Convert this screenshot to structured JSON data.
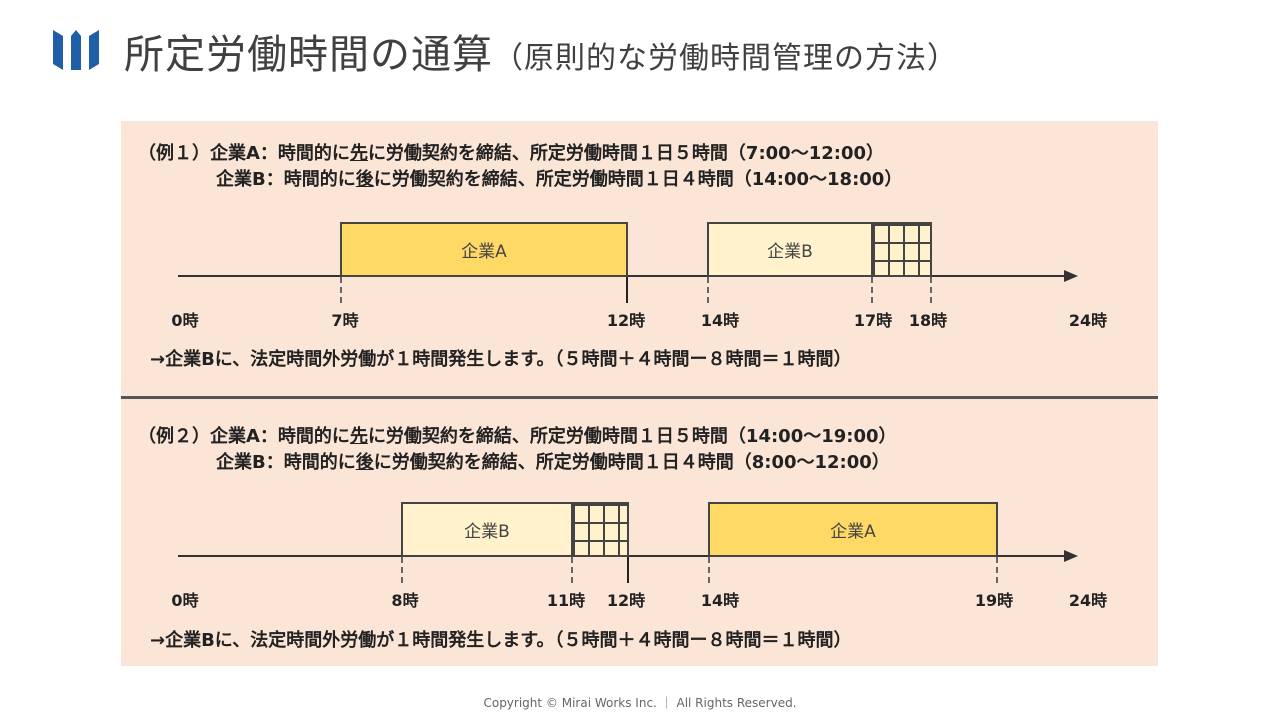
{
  "header": {
    "title": "所定労働時間の通算",
    "subtitle": "（原則的な労働時間管理の方法）"
  },
  "colors": {
    "panel": "#FBE5D6",
    "company_a": "#FFD966",
    "company_b": "#FFF2CC",
    "logo": "#1F5FA8"
  },
  "examples": [
    {
      "line1_prefix": "（例１）企業A：時間的に",
      "line1_u": "先",
      "line1_suffix": "に労働契約を締結、所定労働時間１日５時間（7:00～12:00）",
      "line2_prefix": "企業B：時間的に",
      "line2_u": "後",
      "line2_suffix": "に労働契約を締結、所定労働時間１日４時間（14:00～18:00）",
      "block_a": "企業A",
      "block_b": "企業B",
      "ticks": [
        "0時",
        "7時",
        "12時",
        "14時",
        "17時",
        "18時",
        "24時"
      ],
      "result": "→企業Bに、法定時間外労働が１時間発生します。（５時間＋４時間ー８時間＝１時間）"
    },
    {
      "line1_prefix": "（例２）企業A：時間的に",
      "line1_u": "先",
      "line1_suffix": "に労働契約を締結、所定労働時間１日５時間（14:00～19:00）",
      "line2_prefix": "企業B：時間的に",
      "line2_u": "後",
      "line2_suffix": "に労働契約を締結、所定労働時間１日４時間（8:00～12:00）",
      "block_a": "企業A",
      "block_b": "企業B",
      "ticks": [
        "0時",
        "8時",
        "11時",
        "12時",
        "14時",
        "19時",
        "24時"
      ],
      "result": "→企業Bに、法定時間外労働が１時間発生します。（５時間＋４時間ー８時間＝１時間）"
    }
  ],
  "footer": "Copyright © Mirai Works Inc. ｜ All Rights Reserved."
}
